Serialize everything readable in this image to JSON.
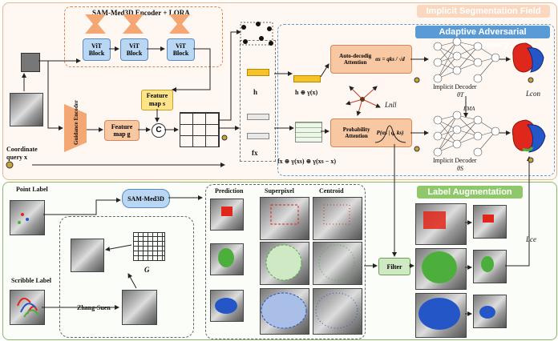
{
  "top_panel": {
    "title": "Implicit Segmentation Field",
    "encoder_title": "SAM-Med3D Encoder + LORA",
    "vit_label": "ViT Block",
    "feature_map_s": "Feature map s",
    "guidance_encoder": "Guidance Encoder",
    "feature_map_g": "Feature map g",
    "concat_symbol": "C",
    "coord_query": "Coordinate query x",
    "h_label": "h",
    "fx_label": "fx",
    "h_formula": "h ⊕ γ(x)",
    "fx_formula": "fx ⊕ γ(xs) ⊕ γ(xs − x)",
    "aac_title": "Adaptive Adversarial Consistency",
    "auto_attention": "Auto-decodig Attention",
    "auto_formula": "αs = qks / √d",
    "prob_attention": "Probability Attention",
    "prob_formula": "P(αs | q, ks)",
    "l_nll": "Lnll",
    "decoder_top": "Implicit Decoder",
    "theta_t": "θT",
    "ema": "EMA",
    "decoder_bottom": "Implicit Decoder",
    "theta_s": "θS",
    "l_con": "Lcon"
  },
  "bottom_panel": {
    "point_label": "Point Label",
    "scribble_label": "Scribble Label",
    "zhang_suen": "Zhang-Suen",
    "sam_med3d": "SAM-Med3D",
    "g_label": "G",
    "col_prediction": "Prediction",
    "col_superpixel": "Superpixel",
    "col_centroid": "Centroid",
    "filter": "Filter",
    "label_aug": "Label Augmentation",
    "l_ce": "Lce"
  },
  "colors": {
    "orange": "#f4a772",
    "blue_header": "#5b9bd5",
    "green_header": "#8fc86a",
    "red": "#e0271b",
    "green": "#4caf3c",
    "blue": "#2456c8"
  }
}
